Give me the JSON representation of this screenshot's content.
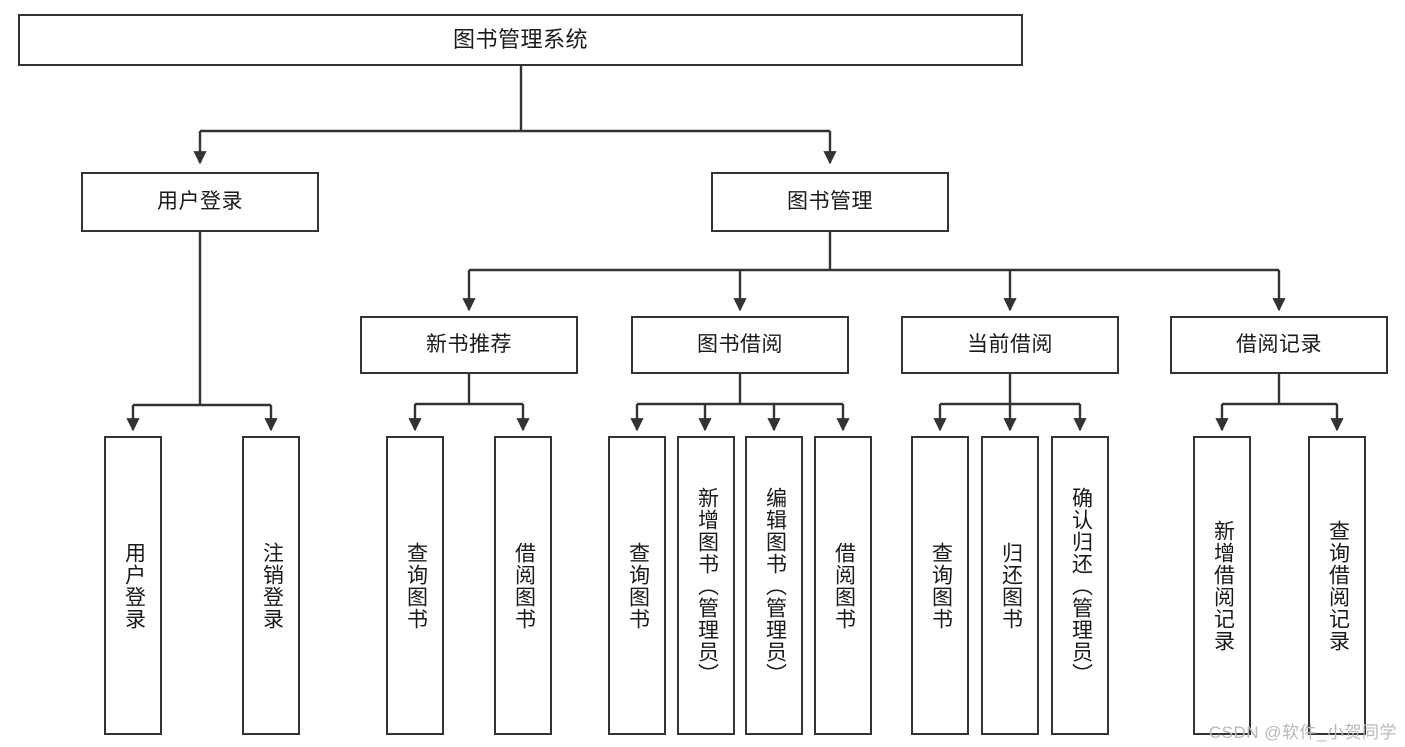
{
  "diagram": {
    "type": "tree-hierarchy",
    "title": "图书管理系统",
    "watermark": "CSDN @软件_小贺同学",
    "colors": {
      "border": "#333333",
      "background": "#ffffff",
      "text": "#1a1a1a",
      "connector": "#333333",
      "watermark": "#b9b9b9"
    },
    "root": {
      "label": "图书管理系统"
    },
    "level2": [
      {
        "label": "用户登录"
      },
      {
        "label": "图书管理"
      }
    ],
    "level3": [
      {
        "label": "新书推荐"
      },
      {
        "label": "图书借阅"
      },
      {
        "label": "当前借阅"
      },
      {
        "label": "借阅记录"
      }
    ],
    "leaves": {
      "user_login": [
        {
          "label": "用户登录"
        },
        {
          "label": "注销登录"
        }
      ],
      "new_book_recommend": [
        {
          "label": "查询图书"
        },
        {
          "label": "借阅图书"
        }
      ],
      "book_borrow": [
        {
          "label": "查询图书"
        },
        {
          "label": "新增图书（管理员）"
        },
        {
          "label": "编辑图书（管理员）"
        },
        {
          "label": "借阅图书"
        }
      ],
      "current_borrow": [
        {
          "label": "查询图书"
        },
        {
          "label": "归还图书"
        },
        {
          "label": "确认归还（管理员）"
        }
      ],
      "borrow_record": [
        {
          "label": "新增借阅记录"
        },
        {
          "label": "查询借阅记录"
        }
      ]
    }
  }
}
